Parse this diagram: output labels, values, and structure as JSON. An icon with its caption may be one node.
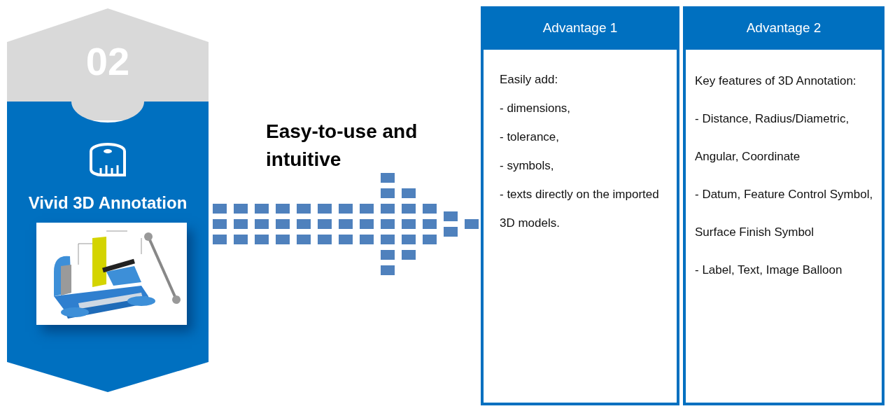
{
  "diagram": {
    "nodes": [
      {
        "text": [
          "02",
          "Vivid 3D Annotation"
        ]
      },
      {
        "text": [],
        "shape": "picture",
        "in": 0
      },
      {
        "text": [
          "Advantage 1",
          "Easily add:",
          "- dimensions,",
          "- tolerance,",
          "- symbols,",
          "- texts directly on the imported 3D models."
        ]
      },
      {
        "text": [
          "Advantage 2",
          "Key features of 3D Annotation:",
          "- Distance, Radius/Diametric, Angular, Coordinate",
          "- Datum, Feature Control Symbol, Surface Finish Symbol",
          "- Label, Text, Image Balloon"
        ]
      }
    ],
    "edges": [
      {
        "from": 0,
        "to": 2,
        "arrow": "to",
        "label": "Easy-to-use and intuitive"
      }
    ]
  }
}
